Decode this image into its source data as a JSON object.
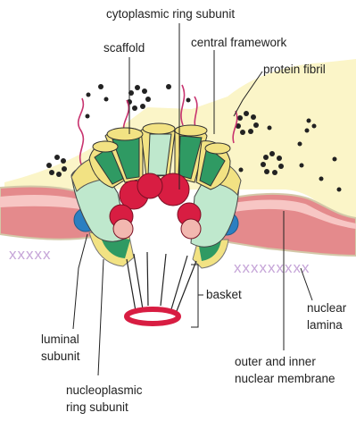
{
  "labels": {
    "cytoplasmic_ring_subunit": "cytoplasmic ring subunit",
    "scaffold": "scaffold",
    "central_framework": "central framework",
    "protein_fibril": "protein fibril",
    "basket": "basket",
    "nuclear_lamina_line1": "nuclear",
    "nuclear_lamina_line2": "lamina",
    "luminal_subunit_line1": "luminal",
    "luminal_subunit_line2": "subunit",
    "outer_inner_membrane_line1": "outer and inner",
    "outer_inner_membrane_line2": "nuclear membrane",
    "nucleoplasmic_ring_line1": "nucleoplasmic",
    "nucleoplasmic_ring_line2": "ring subunit",
    "lamina_left": "xxxxx",
    "lamina_right": "xxxxxxxxx"
  },
  "colors": {
    "cytoplasm_cream": "#fbf5c8",
    "membrane_pink": "#e48a8c",
    "membrane_highlight": "#f7c6c4",
    "ring_yellow": "#f2e283",
    "scaffold_green": "#2f9a63",
    "light_green": "#bfe8cd",
    "central_red": "#d81d42",
    "pale_pink": "#f2b8b0",
    "luminal_blue": "#2b7fc1",
    "lamina_violet": "#c6a5d8",
    "fibril_magenta": "#c8336f",
    "leader": "#222222"
  }
}
